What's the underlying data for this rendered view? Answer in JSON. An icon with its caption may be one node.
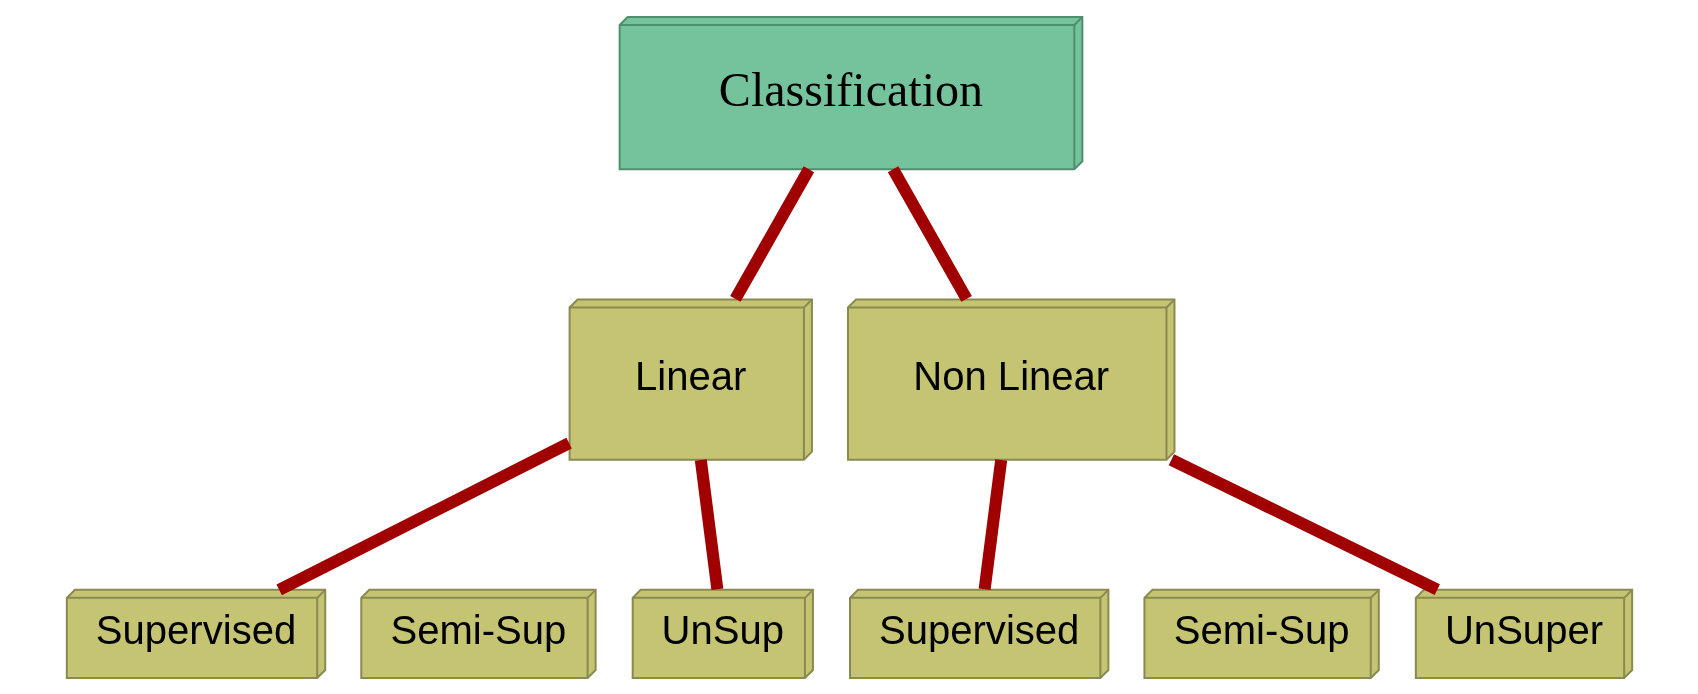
{
  "diagram": {
    "nodes": [
      {
        "text": [
          "Classification"
        ]
      },
      {
        "text": [
          "Linear"
        ]
      },
      {
        "text": [
          "Non Linear"
        ]
      },
      {
        "text": [
          "Supervised"
        ]
      },
      {
        "text": [
          "Semi-Sup"
        ]
      },
      {
        "text": [
          "UnSup"
        ]
      },
      {
        "text": [
          "Supervised"
        ]
      },
      {
        "text": [
          "Semi-Sup"
        ]
      },
      {
        "text": [
          "UnSuper"
        ]
      }
    ],
    "edges": [
      {
        "from": 0,
        "to": 1,
        "arrow": "none"
      },
      {
        "from": 0,
        "to": 2,
        "arrow": "none"
      },
      {
        "from": 1,
        "to": 3,
        "arrow": "none"
      },
      {
        "from": 1,
        "to": 5,
        "arrow": "none"
      },
      {
        "from": 2,
        "to": 6,
        "arrow": "none"
      },
      {
        "from": 2,
        "to": 8,
        "arrow": "none"
      }
    ]
  }
}
